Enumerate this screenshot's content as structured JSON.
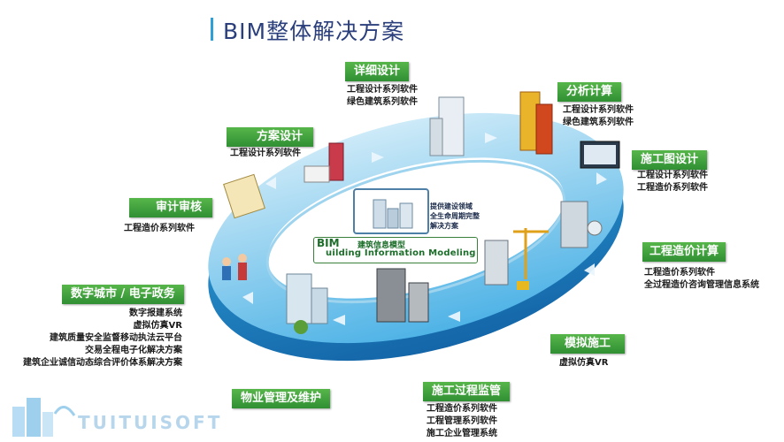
{
  "title": "BIM整体解决方案",
  "center": {
    "prefix": "BIM",
    "line1": "建筑信息模型",
    "line2": "uilding Information Modeling",
    "desc": [
      "提供建设领域",
      "全生命周期完整",
      "解决方案"
    ]
  },
  "stages": [
    {
      "id": "detail",
      "label": "详细设计",
      "items": [
        "工程设计系列软件",
        "绿色建筑系列软件"
      ]
    },
    {
      "id": "analysis",
      "label": "分析计算",
      "items": [
        "工程设计系列软件",
        "绿色建筑系列软件"
      ]
    },
    {
      "id": "scheme",
      "label": "方案设计",
      "items": [
        "工程设计系列软件"
      ]
    },
    {
      "id": "construction-drawing",
      "label": "施工图设计",
      "items": [
        "工程设计系列软件",
        "工程造价系列软件"
      ]
    },
    {
      "id": "audit",
      "label": "审计审核",
      "items": [
        "工程造价系列软件"
      ]
    },
    {
      "id": "cost",
      "label": "工程造价计算",
      "items": [
        "工程造价系列软件",
        "全过程造价咨询管理信息系统"
      ]
    },
    {
      "id": "digital-city",
      "label": "数字城市 / 电子政务",
      "items": [
        "数字报建系统",
        "虚拟仿真VR",
        "建筑质量安全监督移动执法云平台",
        "交易全程电子化解决方案",
        "建筑企业诚信动态综合评价体系解决方案"
      ]
    },
    {
      "id": "simulation",
      "label": "模拟施工",
      "items": [
        "虚拟仿真VR"
      ]
    },
    {
      "id": "property",
      "label": "物业管理及维护",
      "items": []
    },
    {
      "id": "supervision",
      "label": "施工过程监管",
      "items": [
        "工程造价系列软件",
        "工程管理系列软件",
        "施工企业管理系统"
      ]
    }
  ],
  "logo": "TUITUISOFT",
  "colors": {
    "label_green": "#3f9e3a",
    "ring_blue": "#2f9fd8",
    "title_blue": "#2b3f7d"
  }
}
